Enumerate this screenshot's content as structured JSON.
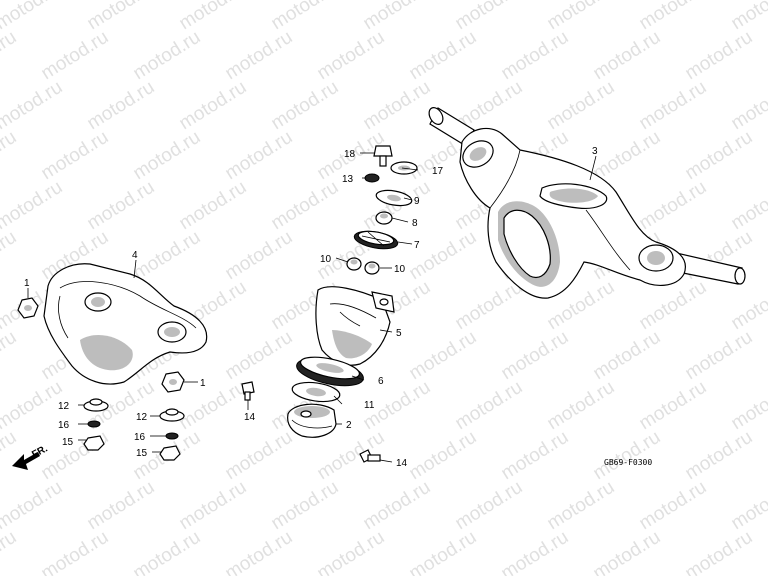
{
  "diagram": {
    "watermark_text": "motod.ru",
    "drawing_code": "GB69-F0300",
    "direction_label": "FR.",
    "callouts": [
      {
        "id": "c1a",
        "text": "1"
      },
      {
        "id": "c1b",
        "text": "1"
      },
      {
        "id": "c2",
        "text": "2"
      },
      {
        "id": "c3",
        "text": "3"
      },
      {
        "id": "c4",
        "text": "4"
      },
      {
        "id": "c5",
        "text": "5"
      },
      {
        "id": "c6",
        "text": "6"
      },
      {
        "id": "c7",
        "text": "7"
      },
      {
        "id": "c8",
        "text": "8"
      },
      {
        "id": "c9",
        "text": "9"
      },
      {
        "id": "c10a",
        "text": "10"
      },
      {
        "id": "c10b",
        "text": "10"
      },
      {
        "id": "c11",
        "text": "11"
      },
      {
        "id": "c12a",
        "text": "12"
      },
      {
        "id": "c12b",
        "text": "12"
      },
      {
        "id": "c13",
        "text": "13"
      },
      {
        "id": "c14a",
        "text": "14"
      },
      {
        "id": "c14b",
        "text": "14"
      },
      {
        "id": "c15a",
        "text": "15"
      },
      {
        "id": "c15b",
        "text": "15"
      },
      {
        "id": "c16a",
        "text": "16"
      },
      {
        "id": "c16b",
        "text": "16"
      },
      {
        "id": "c17",
        "text": "17"
      },
      {
        "id": "c18",
        "text": "18"
      }
    ]
  }
}
